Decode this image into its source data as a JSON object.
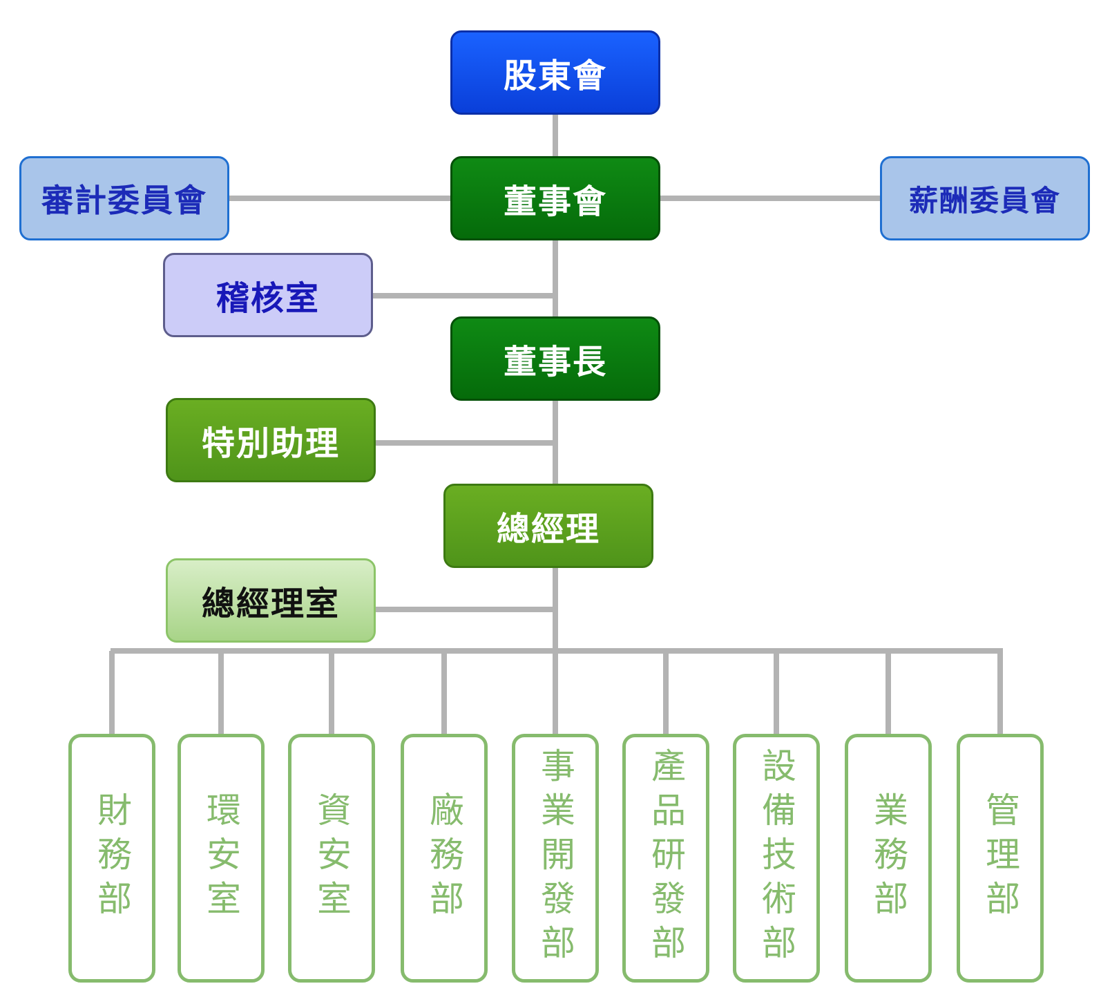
{
  "org_chart": {
    "shareholders": "股東會",
    "board": "董事會",
    "audit_committee": "審計委員會",
    "remuneration_committee": "薪酬委員會",
    "internal_audit": "稽核室",
    "chairman": "董事長",
    "special_assistant": "特別助理",
    "general_manager": "總經理",
    "gm_office": "總經理室",
    "departments": [
      "財務部",
      "環安室",
      "資安室",
      "廠務部",
      "事業開發部",
      "產品研發部",
      "設備技術部",
      "業務部",
      "管理部"
    ]
  },
  "colors": {
    "line": "#b3b3b3",
    "top_blue": "#1a62ff",
    "dark_green": "#0a7a10",
    "mid_green": "#5fa51f",
    "light_blue": "#a9c5ea",
    "lavender": "#ccccf8",
    "light_green": "#bfe2a4",
    "dept_green": "#86bb6d"
  }
}
